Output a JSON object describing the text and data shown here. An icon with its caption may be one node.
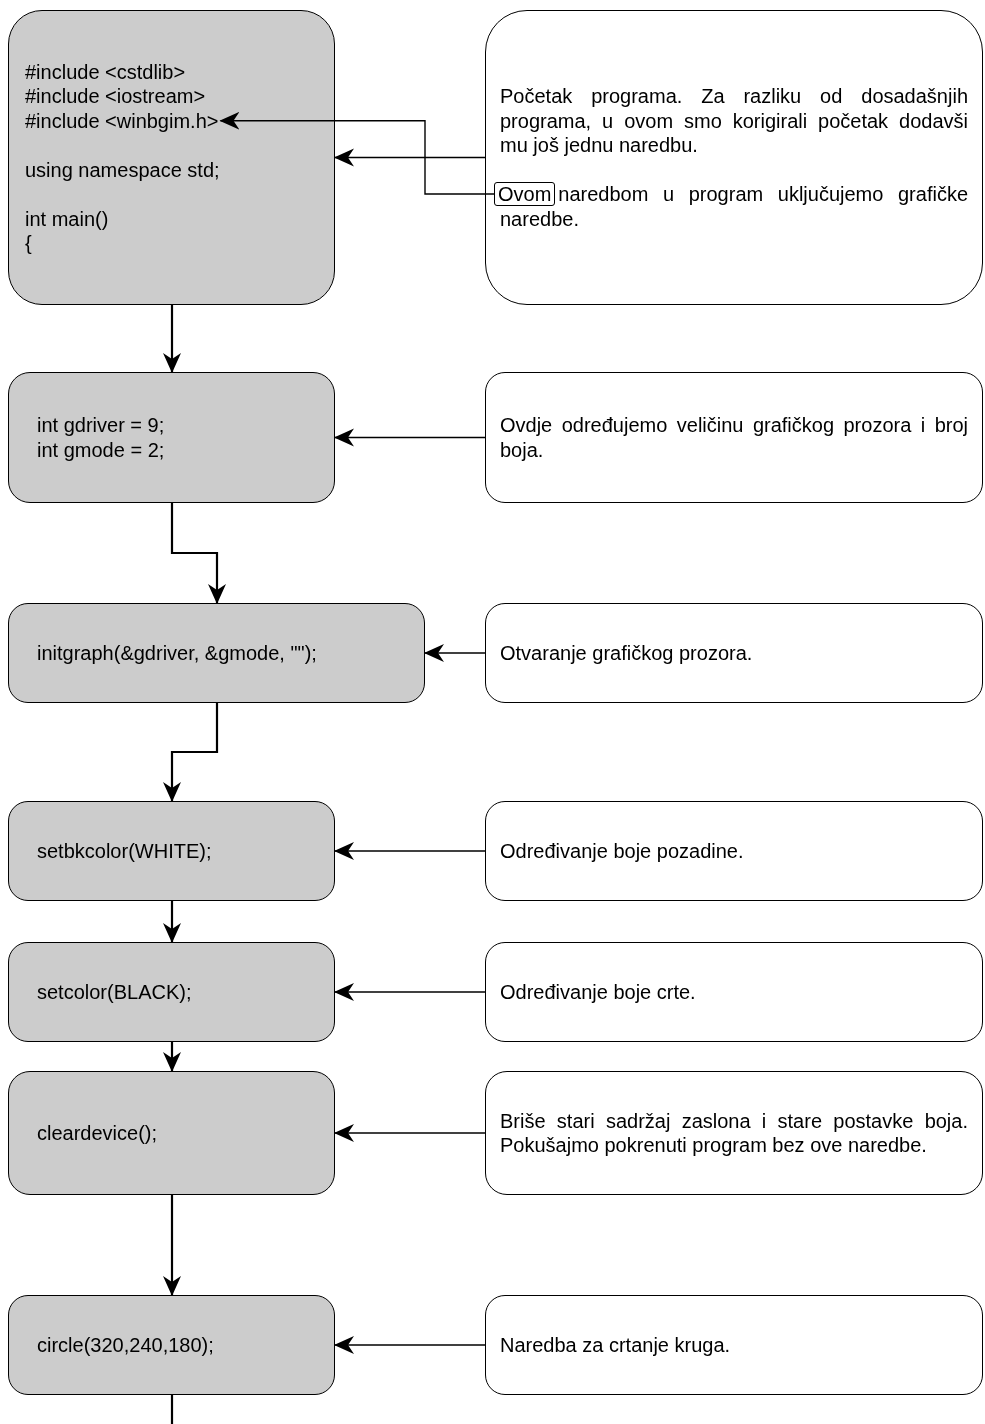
{
  "diagram": {
    "nodes": [
      {
        "text": [
          "#include <cstdlib>",
          "#include <iostream>",
          "using namespace std;",
          "int main()",
          "{"
        ]
      },
      {
        "text": [
          "#include <winbgim.h>"
        ],
        "in": 0
      },
      {
        "text": [
          "Početak programa. Za razliku od dosadašnjih programa, u ovom smo korigirali početak dodavši mu još jednu naredbu.",
          "naredbom u program uključujemo grafičke naredbe."
        ]
      },
      {
        "text": [
          "Ovom"
        ],
        "in": 2
      },
      {
        "text": [
          "int gdriver = 9;",
          "int gmode = 2;"
        ]
      },
      {
        "text": [
          "Ovdje određujemo veličinu grafičkog prozora i broj boja."
        ]
      },
      {
        "text": [
          "initgraph(&gdriver, &gmode, \"\");"
        ]
      },
      {
        "text": [
          "Otvaranje grafičkog prozora."
        ]
      },
      {
        "text": [
          "setbkcolor(WHITE);"
        ]
      },
      {
        "text": [
          "Određivanje boje pozadine."
        ]
      },
      {
        "text": [
          "setcolor(BLACK);"
        ]
      },
      {
        "text": [
          "Određivanje boje crte."
        ]
      },
      {
        "text": [
          "cleardevice();"
        ]
      },
      {
        "text": [
          "Briše stari sadržaj zaslona i stare postavke boja. Pokušajmo pokrenuti program bez ove naredbe."
        ]
      },
      {
        "text": [
          "circle(320,240,180);"
        ]
      },
      {
        "text": [
          "Naredba za crtanje kruga."
        ]
      }
    ],
    "edges": [
      {
        "from": 2,
        "to": 0,
        "arrow": "to"
      },
      {
        "from": 3,
        "to": 1,
        "arrow": "to"
      },
      {
        "from": 0,
        "to": 4,
        "arrow": "to"
      },
      {
        "from": 5,
        "to": 4,
        "arrow": "to"
      },
      {
        "from": 4,
        "to": 6,
        "arrow": "to"
      },
      {
        "from": 7,
        "to": 6,
        "arrow": "to"
      },
      {
        "from": 6,
        "to": 8,
        "arrow": "to"
      },
      {
        "from": 9,
        "to": 8,
        "arrow": "to"
      },
      {
        "from": 8,
        "to": 10,
        "arrow": "to"
      },
      {
        "from": 11,
        "to": 10,
        "arrow": "to"
      },
      {
        "from": 10,
        "to": 12,
        "arrow": "to"
      },
      {
        "from": 13,
        "to": 12,
        "arrow": "to"
      },
      {
        "from": 12,
        "to": 14,
        "arrow": "to"
      },
      {
        "from": 15,
        "to": 14,
        "arrow": "to"
      },
      {
        "from": 14,
        "to": null,
        "arrow": "none"
      }
    ]
  }
}
